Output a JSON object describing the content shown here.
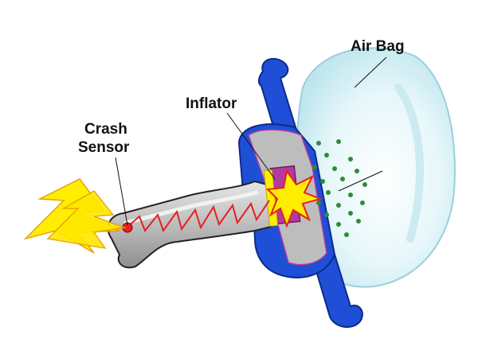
{
  "labels": {
    "air_bag": "Air Bag",
    "inflator": "Inflator",
    "crash_line1": "Crash",
    "crash_line2": "Sensor"
  },
  "colors": {
    "steering_blue": "#1f4fd6",
    "column_gray": "#c9c9c9",
    "bag_fill": "#dff3f7",
    "spark_yellow": "#ffee00",
    "spark_red": "#e62020",
    "dot_green": "#2e8b3a",
    "inflator_purple": "#b53aa0"
  }
}
